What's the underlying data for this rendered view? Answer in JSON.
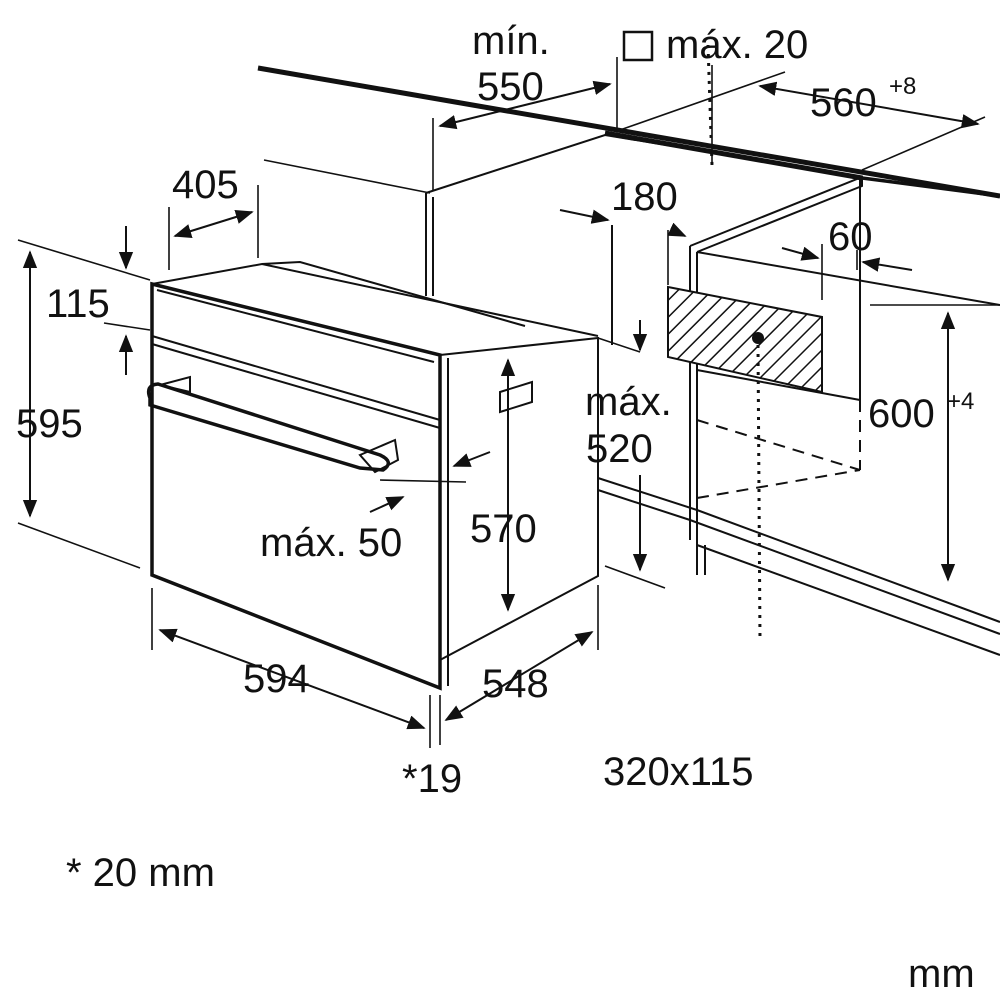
{
  "labels": {
    "min_word": "mín.",
    "min_value": "550",
    "max_top": "máx. 20",
    "width_560": "560",
    "width_560_tol": "+8",
    "d405": "405",
    "d180": "180",
    "d60": "60",
    "d115": "115",
    "d595": "595",
    "max_520_word": "máx.",
    "max_520_value": "520",
    "h600": "600",
    "h600_tol": "+4",
    "max50": "máx. 50",
    "d570": "570",
    "d594": "594",
    "d548": "548",
    "d19": "*19",
    "opening": "320x115",
    "footnote": "* 20 mm",
    "unit": "mm"
  },
  "icons": {
    "square_symbol": "square-outline-icon"
  }
}
